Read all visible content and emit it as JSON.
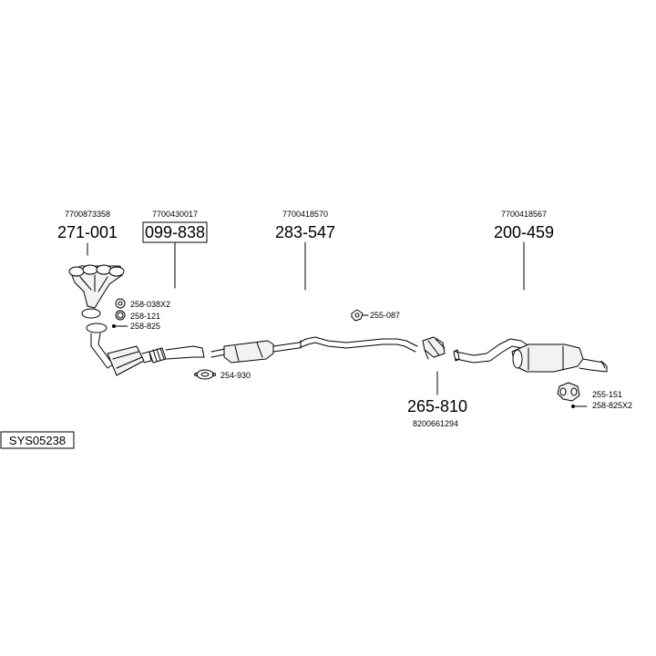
{
  "diagram": {
    "system_code": "SYS05238",
    "parts": [
      {
        "number": "271-001",
        "oem": "7700873358"
      },
      {
        "number": "099-838",
        "oem": "7700430017"
      },
      {
        "number": "283-547",
        "oem": "7700418570"
      },
      {
        "number": "200-459",
        "oem": "7700418567"
      },
      {
        "number": "265-810",
        "oem": "8200661294"
      }
    ],
    "small_parts": [
      "258-038X2",
      "258-121",
      "258-825",
      "254-930",
      "255-087",
      "255-151",
      "258-825X2"
    ]
  }
}
